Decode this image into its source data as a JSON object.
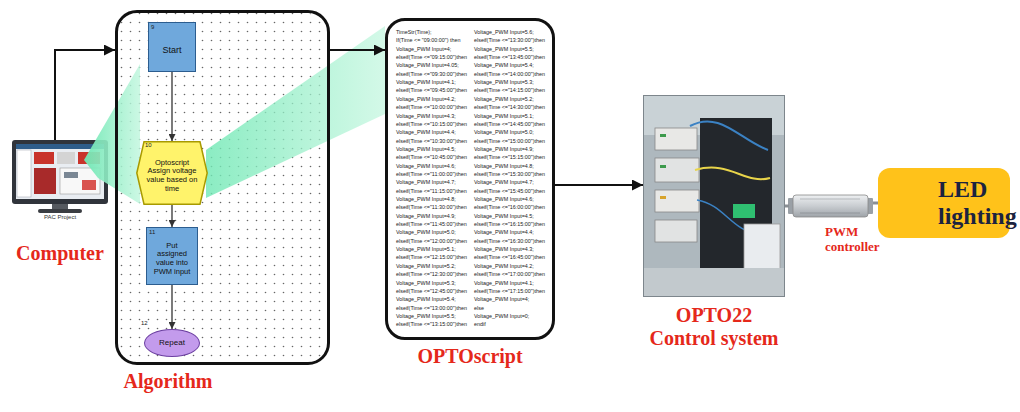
{
  "diagram": {
    "nodes": [
      {
        "text": [
          "PAC Project",
          "Computer"
        ]
      },
      {
        "text": [
          "Algorithm"
        ]
      },
      {
        "text": [
          "9",
          "Start"
        ],
        "in": 1
      },
      {
        "text": [
          "10",
          "Optoscript Assign voltage value based on time"
        ],
        "in": 1
      },
      {
        "text": [
          "11",
          "Put assigned value into PWM input"
        ],
        "in": 1
      },
      {
        "text": [
          "12",
          "Repeat"
        ],
        "in": 1
      },
      {
        "text": [
          "OPTOscript",
          "TimeStr(Time);",
          "If(Time <= \"09:00:00\") then",
          "Voltage_PWM Input=4;",
          "elseif(Time <=\"09:15:00\")then",
          "Voltage_PWM Input=4.05;",
          "elseif(Time <=\"09:30:00\")then",
          "Voltage_PWM Input=4.1;",
          "elseif(Time <=\"09:45:00\")then",
          "Voltage_PWM Input=4.2;",
          "elseif(Time <=\"10:00:00\")then",
          "Voltage_PWM Input=4.3;",
          "elseif(Time <=\"10:15:00\")then",
          "Voltage_PWM Input=4.4;",
          "elseif(Time <=\"10:30:00\")then",
          "Voltage_PWM Input=4.5;",
          "elseif(Time <=\"10:45:00\")then",
          "Voltage_PWM Input=4.6;",
          "elseif(Time <=\"11:00:00\")then",
          "Voltage_PWM Input=4.7;",
          "elseif(Time <=\"11:15:00\")then",
          "Voltage_PWM Input=4.8;",
          "elseif(Time <=\"11:30:00\")then",
          "Voltage_PWM Input=4.9;",
          "elseif(Time <=\"11:45:00\")then",
          "Voltage_PWM Input=5.0;",
          "elseif(Time <=\"12:00:00\")then",
          "Voltage_PWM Input=5.1;",
          "elseif(Time <=\"12:15:00\")then",
          "Voltage_PWM Input=5.2;",
          "elseif(Time <=\"12:30:00\")then",
          "Voltage_PWM Input=5.3;",
          "elseif(Time <=\"12:45:00\")then",
          "Voltage_PWM Input=5.4;",
          "elseif(Time <=\"13:00:00\")then",
          "Voltage_PWM Input=5.5;",
          "elseif(Time <=\"13:15:00\")then",
          "Voltage_PWM Input=5.6;",
          "elseif(Time <=\"13:30:00\")then",
          "Voltage_PWM Input=5.5;",
          "elseif(Time <=\"13:45:00\")then",
          "Voltage_PWM Input=5.4;",
          "elseif(Time <=\"14:00:00\")then",
          "Voltage_PWM Input=5.3;",
          "elseif(Time <=\"14:15:00\")then",
          "Voltage_PWM Input=5.2;",
          "elseif(Time <=\"14:30:00\")then",
          "Voltage_PWM Input=5.1;",
          "elseif(Time <=\"14:45:00\")then",
          "Voltage_PWM Input=5.0;",
          "elseif(Time <=\"15:00:00\")then",
          "Voltage_PWM Input=4.9;",
          "elseif(Time <=\"15:15:00\")then",
          "Voltage_PWM Input=4.8;",
          "elseif(Time <=\"15:30:00\")then",
          "Voltage_PWM Input=4.7;",
          "elseif(Time <=\"15:45:00\")then",
          "Voltage_PWM Input=4.6;",
          "elseif(Time <=\"16:00:00\")then",
          "Voltage_PWM Input=4.5;",
          "elseif(Time <=\"16:15:00\")then",
          "Voltage_PWM Input=4.4;",
          "elseif(Time <=\"16:30:00\")then",
          "Voltage_PWM Input=4.3;",
          "elseif(Time <=\"16:45:00\")then",
          "Voltage_PWM Input=4.2;",
          "elseif(Time <=\"17:00:00\")then",
          "Voltage_PWM Input=4.1;",
          "elseif(Time <=\"17:15:00\")then",
          "Voltage_PWM Input=4;",
          "else",
          "Voltage_PWM Input=0;",
          "endif"
        ]
      },
      {
        "text": [
          "OPTO22 Control system"
        ]
      },
      {
        "text": [
          "PWM controller"
        ]
      },
      {
        "text": [
          "LED lighting"
        ]
      }
    ],
    "edges": [
      {
        "from": 0,
        "to": 1,
        "arrow": "to"
      },
      {
        "from": 1,
        "to": 6,
        "arrow": "to"
      },
      {
        "from": 2,
        "to": 3,
        "arrow": "to"
      },
      {
        "from": 3,
        "to": 4,
        "arrow": "to"
      },
      {
        "from": 4,
        "to": 5,
        "arrow": "to"
      },
      {
        "from": 6,
        "to": 7,
        "arrow": "to"
      },
      {
        "from": 7,
        "to": 8,
        "arrow": "none"
      },
      {
        "from": 8,
        "to": 9,
        "arrow": "none"
      }
    ]
  }
}
